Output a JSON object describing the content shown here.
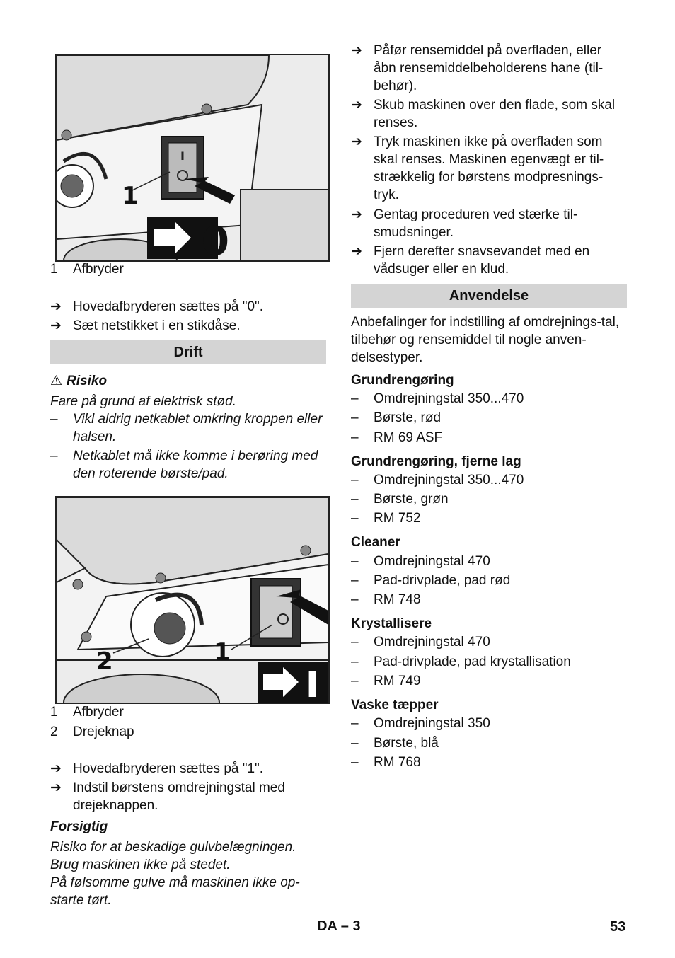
{
  "figure1": {
    "label_1": "1",
    "switch_symbol": "0",
    "captions": [
      {
        "num": "1",
        "text": "Afbryder"
      }
    ]
  },
  "steps_off": [
    "Hovedafbryderen sættes på \"0\".",
    "Sæt netstikket i en stikdåse."
  ],
  "drift": {
    "heading": "Drift",
    "warning_title": "Risiko",
    "warning_intro": "Fare på grund af elektrisk stød.",
    "warning_items": [
      "Vikl aldrig netkablet omkring kroppen eller halsen.",
      "Netkablet må ikke komme i berøring med den roterende børste/pad."
    ]
  },
  "figure2": {
    "label_1": "1",
    "label_2": "2",
    "switch_symbol": "I",
    "captions": [
      {
        "num": "1",
        "text": "Afbryder"
      },
      {
        "num": "2",
        "text": "Drejeknap"
      }
    ]
  },
  "steps_on": [
    "Hovedafbryderen sættes på \"1\".",
    "Indstil børstens omdrejningstal med drejeknappen."
  ],
  "caution": {
    "title": "Forsigtig",
    "lines": [
      "Risiko for at beskadige gulvbelægningen.",
      "Brug maskinen ikke på stedet.",
      "På følsomme gulve må maskinen ikke op-",
      "starte tørt."
    ]
  },
  "steps_right": [
    "Påfør rensemiddel på overfladen, eller åbn rensemiddelbeholderens hane (til-behør).",
    "Skub maskinen over den flade, som skal renses.",
    "Tryk maskinen ikke på overfladen som skal renses. Maskinen egenvægt er til-strækkelig for børstens modpresnings-tryk.",
    "Gentag proceduren ved stærke til-smudsninger.",
    "Fjern derefter snavsevandet med en vådsuger eller en klud."
  ],
  "anvendelse": {
    "heading": "Anvendelse",
    "intro": "Anbefalinger for indstilling af omdrejnings-tal, tilbehør og rensemiddel til nogle anven-delsestyper.",
    "groups": [
      {
        "title": "Grundrengøring",
        "items": [
          "Omdrejningstal 350...470",
          "Børste, rød",
          "RM 69 ASF"
        ]
      },
      {
        "title": "Grundrengøring, fjerne lag",
        "items": [
          "Omdrejningstal 350...470",
          "Børste, grøn",
          "RM 752"
        ]
      },
      {
        "title": "Cleaner",
        "items": [
          "Omdrejningstal 470",
          "Pad-drivplade, pad rød",
          "RM 748"
        ]
      },
      {
        "title": "Krystallisere",
        "items": [
          "Omdrejningstal 470",
          "Pad-drivplade, pad krystallisation",
          "RM 749"
        ]
      },
      {
        "title": "Vaske tæpper",
        "items": [
          "Omdrejningstal 350",
          "Børste, blå",
          "RM 768"
        ]
      }
    ]
  },
  "footer": {
    "section": "DA – 3",
    "page": "53"
  },
  "icons": {
    "arrow": "➔",
    "dash": "–",
    "warning": "⚠"
  }
}
